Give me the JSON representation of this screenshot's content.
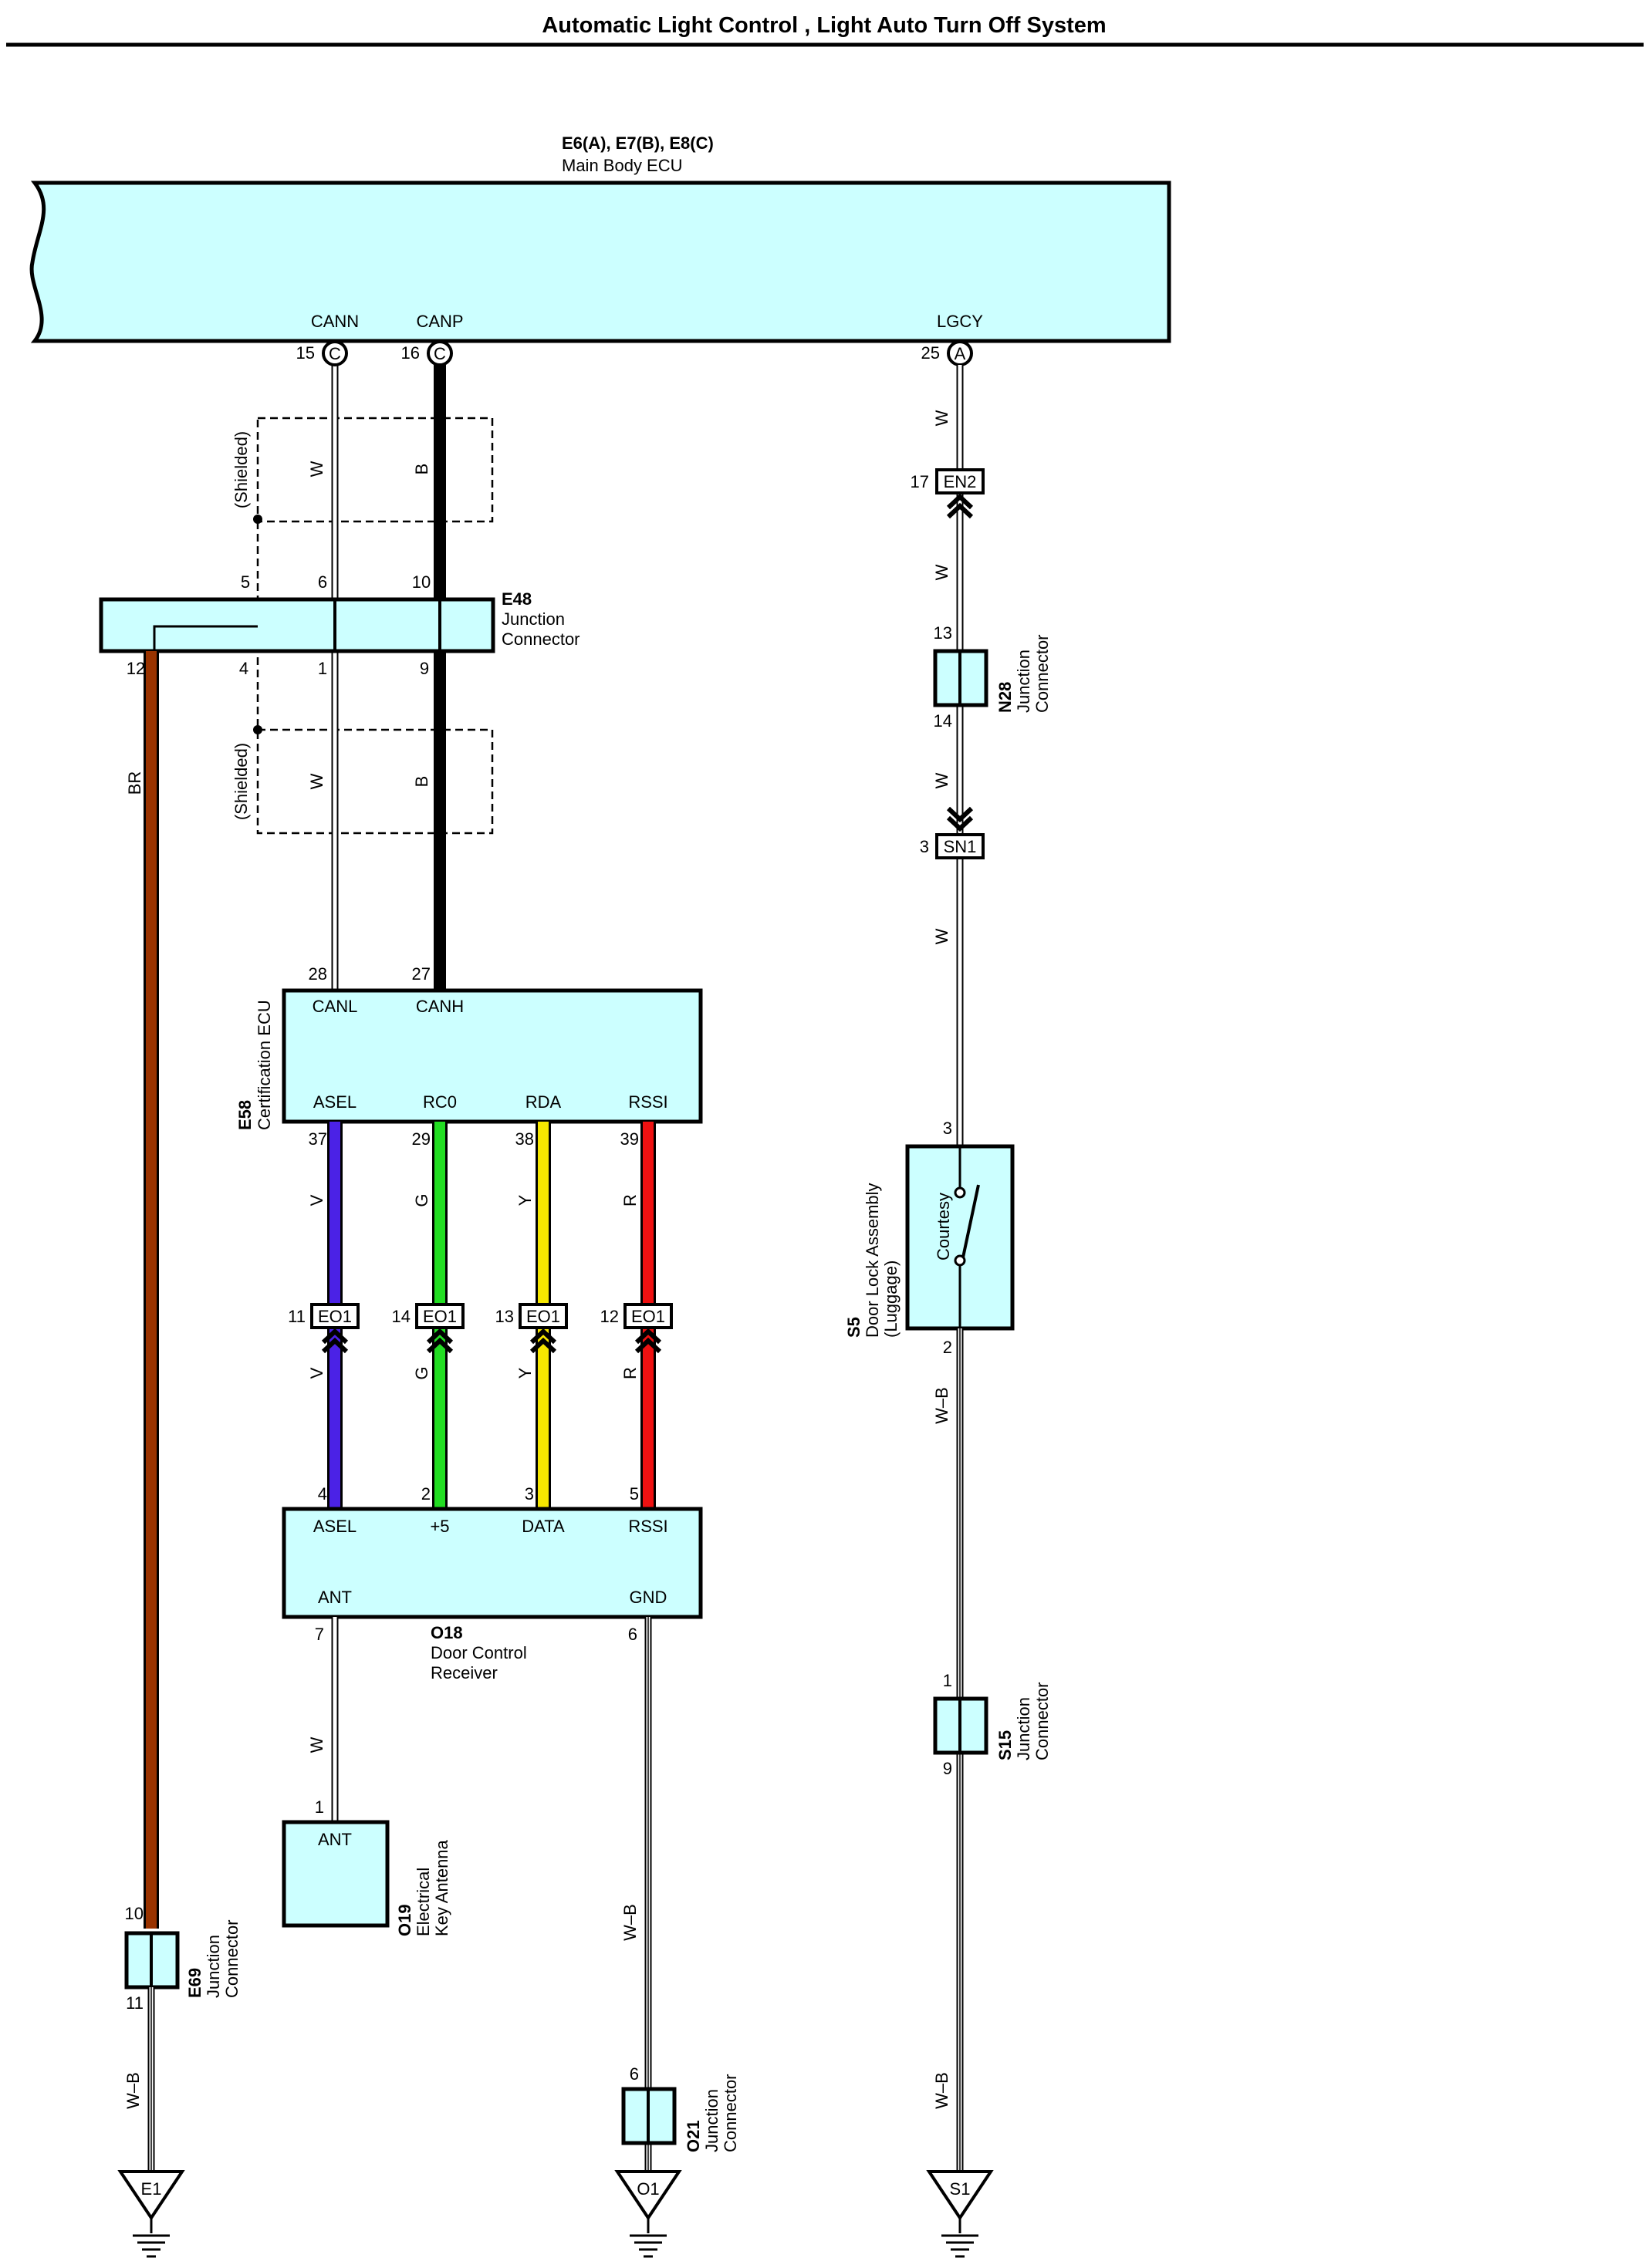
{
  "title": "Automatic Light Control , Light Auto Turn Off System",
  "components": {
    "main_body_ecu": {
      "codes": "E6(A), E7(B), E8(C)",
      "name": "Main Body ECU",
      "terminals": [
        "CANN",
        "CANP",
        "LGCY"
      ]
    },
    "e48": {
      "code": "E48",
      "name_lines": [
        "Junction",
        "Connector"
      ]
    },
    "e58": {
      "code": "E58",
      "name": "Certification ECU",
      "terminals": [
        "CANL",
        "CANH",
        "ASEL",
        "RC0",
        "RDA",
        "RSSI"
      ]
    },
    "o18": {
      "code": "O18",
      "name_lines": [
        "Door Control",
        "Receiver"
      ],
      "terminals": [
        "ASEL",
        "+5",
        "DATA",
        "RSSI",
        "ANT",
        "GND"
      ]
    },
    "o19": {
      "code": "O19",
      "name_lines": [
        "Electrical",
        "Key Antenna"
      ],
      "terminal": "ANT"
    },
    "e69": {
      "code": "E69",
      "name_lines": [
        "Junction",
        "Connector"
      ]
    },
    "o21": {
      "code": "O21",
      "name_lines": [
        "Junction",
        "Connector"
      ]
    },
    "n28": {
      "code": "N28",
      "name_lines": [
        "Junction",
        "Connector"
      ]
    },
    "s15": {
      "code": "S15",
      "name_lines": [
        "Junction",
        "Connector"
      ]
    },
    "s5": {
      "code": "S5",
      "name_lines": [
        "Door Lock Assembly",
        "(Luggage)"
      ],
      "switch_label": "Courtesy"
    }
  },
  "shielded_label": "(Shielded)",
  "connector_letters": {
    "c": "C",
    "a": "A"
  },
  "inline_connectors": {
    "en2": "EN2",
    "sn1": "SN1",
    "eo1": "EO1"
  },
  "grounds": [
    "E1",
    "O1",
    "S1"
  ],
  "wire_colors": {
    "W": "W",
    "B": "B",
    "BR": "BR",
    "V": "V",
    "G": "G",
    "Y": "Y",
    "R": "R",
    "WB": "W–B"
  },
  "pins": {
    "canl_ecu": "15",
    "canp_ecu": "16",
    "lgcy_ecu": "25",
    "e48_5": "5",
    "e48_6": "6",
    "e48_10": "10",
    "e48_12": "12",
    "e48_4": "4",
    "e48_1": "1",
    "e48_9": "9",
    "e58_canl": "28",
    "e58_canh": "27",
    "e58_asel": "37",
    "e58_rc0": "29",
    "e58_rda": "38",
    "e58_rssi": "39",
    "eo1_v": "11",
    "eo1_g": "14",
    "eo1_y": "13",
    "eo1_r": "12",
    "o18_asel": "4",
    "o18_5": "2",
    "o18_data": "3",
    "o18_rssi": "5",
    "o18_ant": "7",
    "o18_gnd": "6",
    "o19_ant": "1",
    "e69_in": "10",
    "e69_out": "11",
    "o21_in": "6",
    "en2": "17",
    "n28_in": "13",
    "n28_out": "14",
    "sn1": "3",
    "s5_in": "3",
    "s5_out": "2",
    "s15_in": "1",
    "s15_out": "9"
  },
  "colors": {
    "BR": "#993300",
    "B": "#000000",
    "V": "#4b22e6",
    "G": "#22dd22",
    "Y": "#f5e600",
    "R": "#ee1111",
    "W": "#ffffff",
    "box_fill": "#ccffff"
  }
}
